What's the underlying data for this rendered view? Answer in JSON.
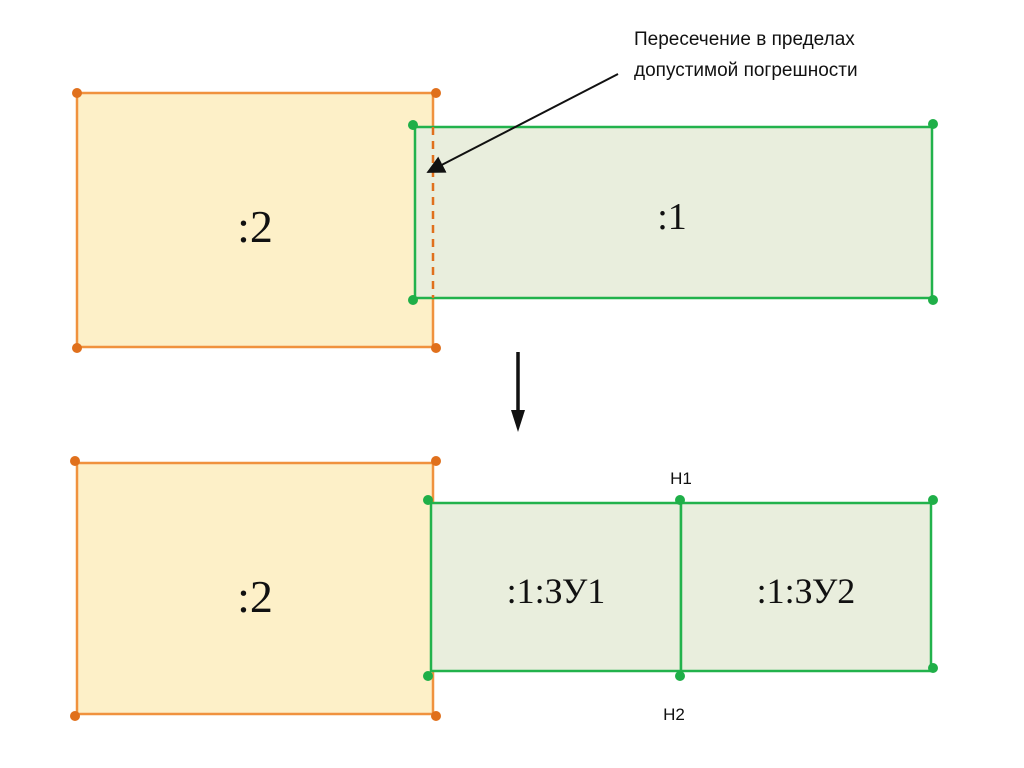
{
  "colors": {
    "orange_stroke": "#f0923e",
    "orange_fill": "#fdf0c8",
    "orange_point": "#e0701c",
    "green_stroke": "#22b24c",
    "green_fill": "#e9eedd",
    "green_point": "#1faf48",
    "text": "#111111"
  },
  "annotation": {
    "line1": "Пересечение в пределах",
    "line2": "допустимой погрешности"
  },
  "top": {
    "parcel_2_label": ":2",
    "parcel_1_label": ":1"
  },
  "bottom": {
    "parcel_2_label": ":2",
    "zu1_label": ":1:ЗУ1",
    "zu2_label": ":1:ЗУ2",
    "point_n1": "Н1",
    "point_n2": "Н2"
  }
}
